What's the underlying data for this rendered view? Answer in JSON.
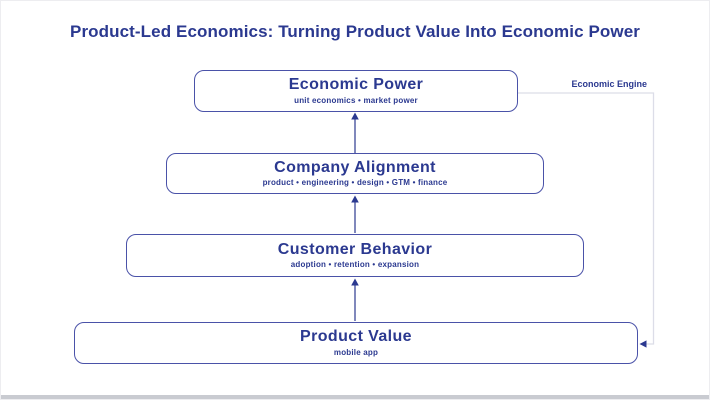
{
  "slide": {
    "title": "Product-Led Economics: Turning Product Value Into Economic Power"
  },
  "diagram": {
    "boxes": [
      {
        "title": "Economic Power",
        "subtitle": "unit economics • market power"
      },
      {
        "title": "Company Alignment",
        "subtitle": "product • engineering • design • GTM • finance"
      },
      {
        "title": "Customer Behavior",
        "subtitle": "adoption • retention • expansion"
      },
      {
        "title": "Product Value",
        "subtitle": "mobile app"
      }
    ],
    "flow_direction": "bottom-to-top",
    "loop_label": "Economic Engine",
    "colors": {
      "navy_text": "#2b3990",
      "box_border": "#4a52a8",
      "arrow": "#2b3990",
      "loop_line": "#dcdde8",
      "bottom_bar": "#c9cbd1"
    }
  }
}
